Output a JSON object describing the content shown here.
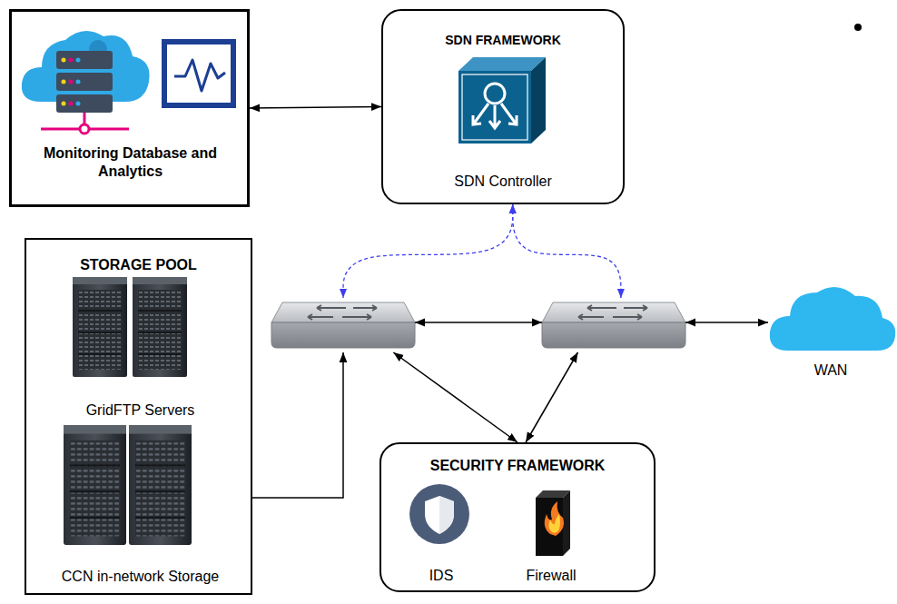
{
  "diagram": {
    "nodes": [
      {
        "text": [
          "Monitoring Database and Analytics"
        ]
      },
      {
        "text": [
          "SDN FRAMEWORK",
          "SDN Controller"
        ]
      },
      {
        "text": [
          "STORAGE POOL"
        ]
      },
      {
        "text": [
          "GridFTP Servers"
        ],
        "in": 2
      },
      {
        "text": [
          "CCN in-network Storage"
        ],
        "in": 2
      },
      {
        "text": []
      },
      {
        "text": []
      },
      {
        "text": [
          "WAN"
        ]
      },
      {
        "text": [
          "SECURITY FRAMEWORK"
        ]
      },
      {
        "text": [
          "IDS"
        ],
        "in": 8
      },
      {
        "text": [
          "Firewall"
        ],
        "in": 8
      }
    ],
    "edges": [
      {
        "from": 0,
        "to": 1,
        "arrow": "both"
      },
      {
        "from": 1,
        "to": 5,
        "arrow": "both"
      },
      {
        "from": 1,
        "to": 6,
        "arrow": "both"
      },
      {
        "from": 5,
        "to": 6,
        "arrow": "both"
      },
      {
        "from": 6,
        "to": 7,
        "arrow": "both"
      },
      {
        "from": 5,
        "to": 8,
        "arrow": "both"
      },
      {
        "from": 6,
        "to": 8,
        "arrow": "both"
      },
      {
        "from": 2,
        "to": 5,
        "arrow": "to"
      }
    ]
  }
}
